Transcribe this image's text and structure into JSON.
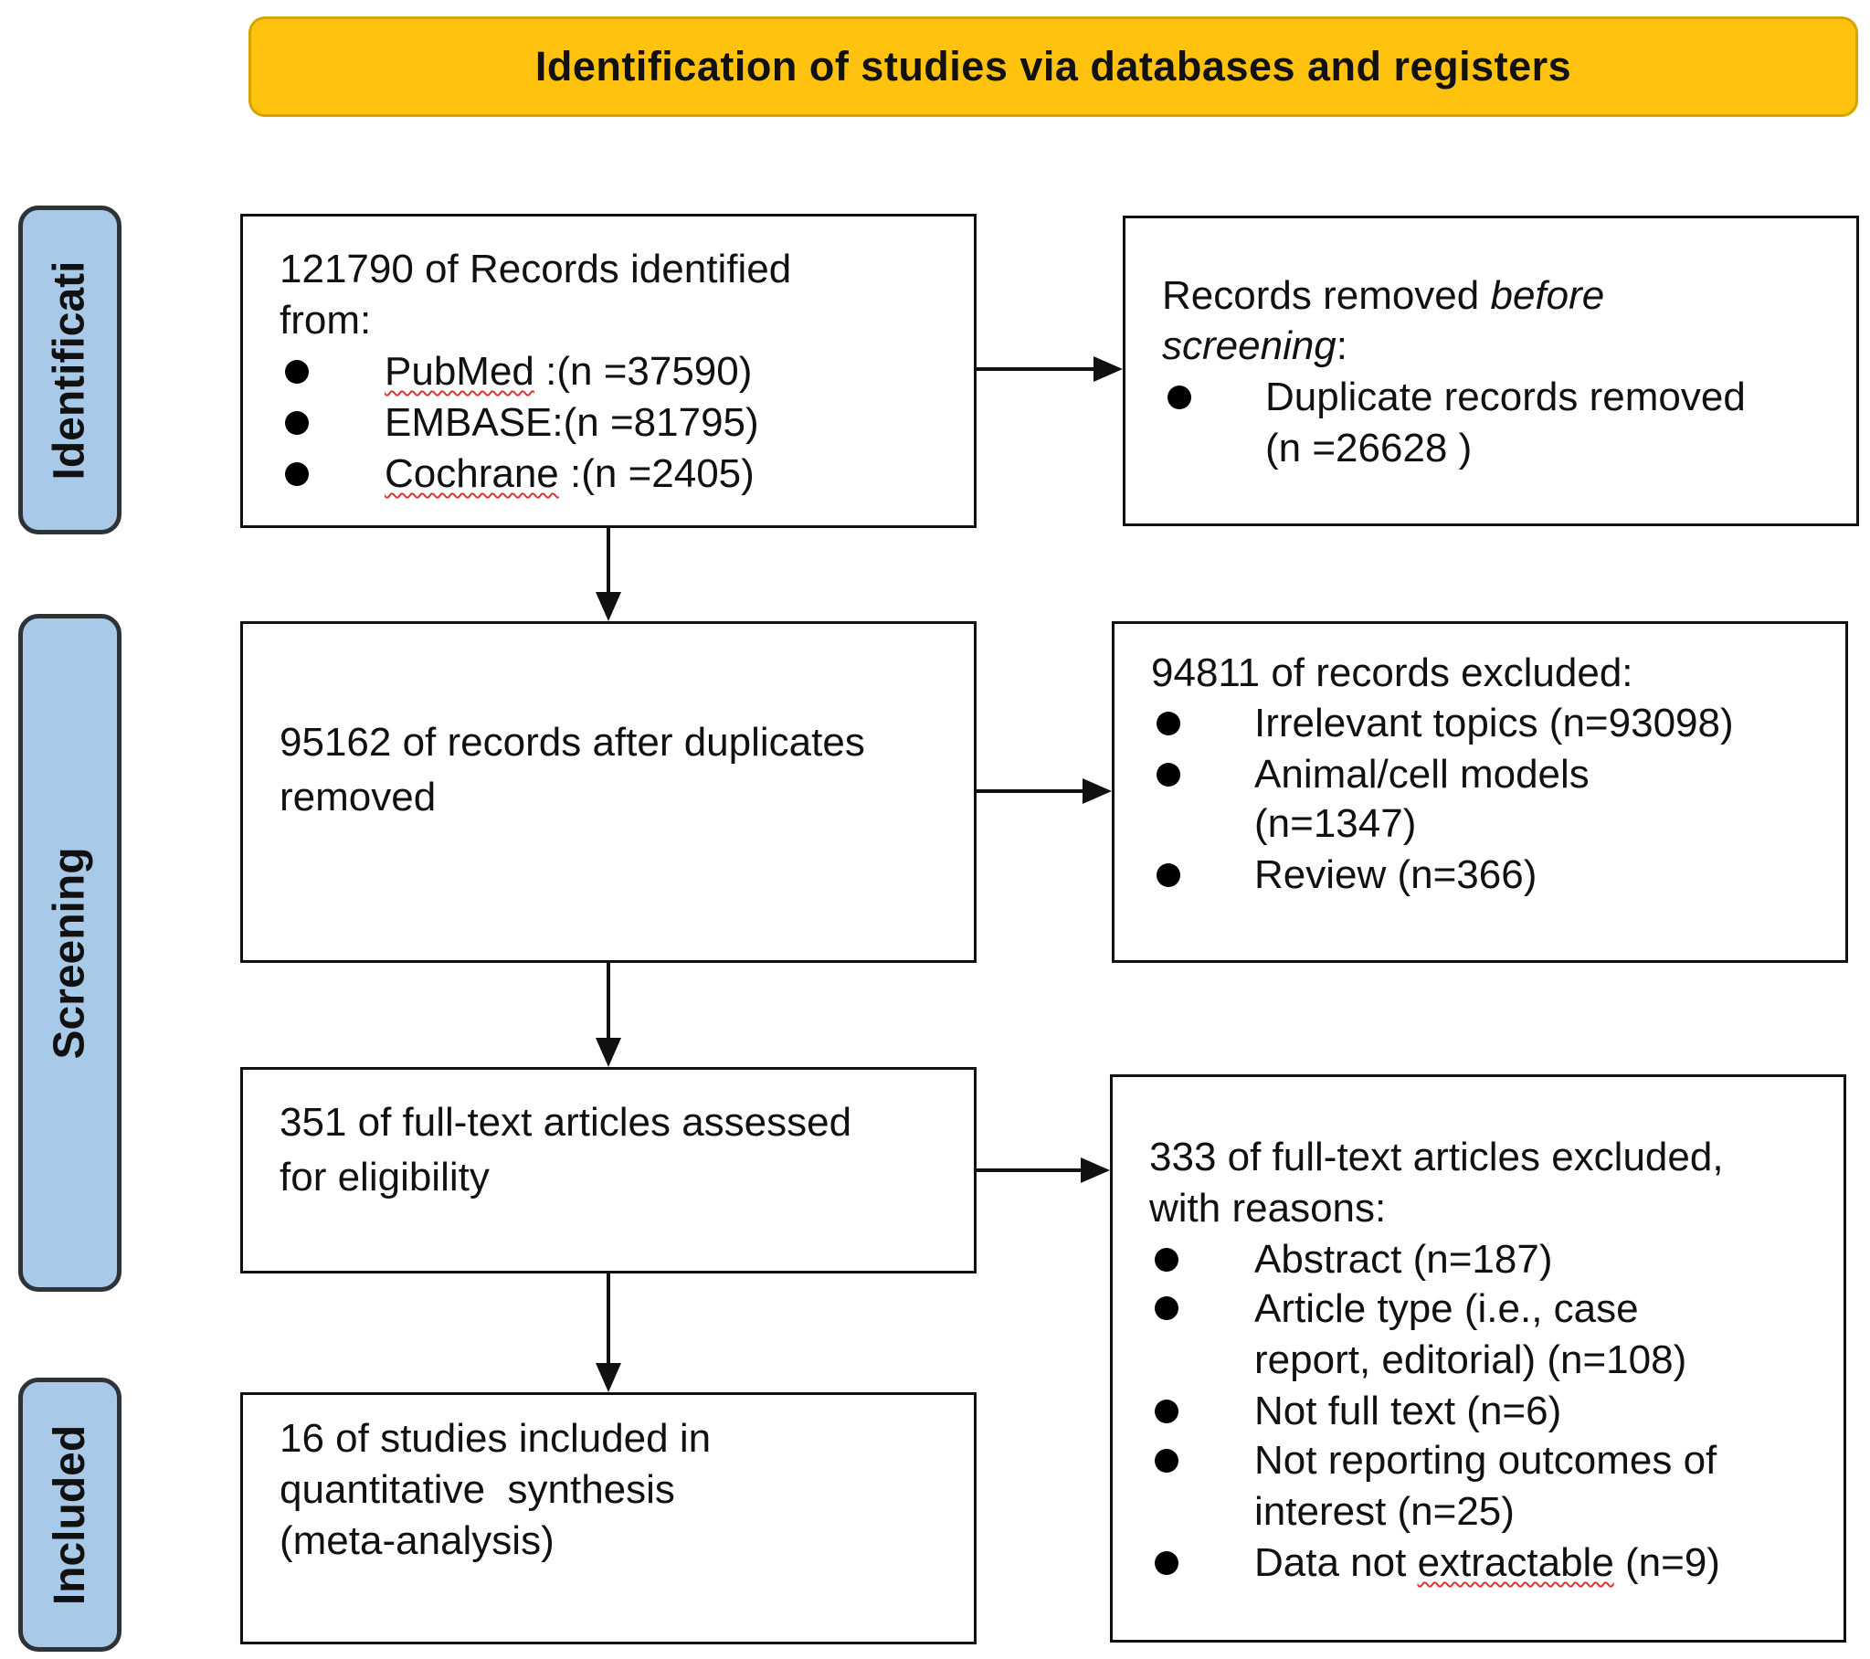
{
  "header": {
    "title": "Identification of studies via databases and registers"
  },
  "phases": {
    "identification": "Identificati",
    "screening": "Screening",
    "included": "Included"
  },
  "identification_box": {
    "line1": "121790 of Records identified",
    "line2": "from:",
    "items": [
      {
        "name": "PubMed",
        "rest": " :(n =37590)"
      },
      {
        "name": "EMBASE",
        "rest": ":(n =81795)"
      },
      {
        "name": "Cochrane",
        "rest": " :(n =2405)"
      }
    ]
  },
  "removed_box": {
    "line1_prefix": "Records removed ",
    "line1_italic": "before",
    "line2_italic": "screening",
    "line2_suffix": ":",
    "item_line1": "Duplicate records removed",
    "item_line2": "(n =26628 )"
  },
  "screening_box": {
    "line1": "95162 of records after duplicates",
    "line2": "removed"
  },
  "excluded_box": {
    "title": "94811 of records excluded:",
    "item1": "Irrelevant topics (n=93098)",
    "item2_line1": "Animal/cell models",
    "item2_line2": "(n=1347)",
    "item3": "Review (n=366)"
  },
  "eligibility_box": {
    "line1": "351 of full-text articles assessed",
    "line2": "for eligibility"
  },
  "fulltext_excluded_box": {
    "line1": "333 of full-text articles excluded,",
    "line2": "with reasons:",
    "item1": "Abstract (n=187)",
    "item2_line1": "Article type (i.e., case",
    "item2_line2": "report, editorial) (n=108)",
    "item3": "Not full text (n=6)",
    "item4_line1": "Not reporting outcomes of",
    "item4_line2": "interest (n=25)",
    "item5_a": "Data not ",
    "item5_b": "extractable",
    "item5_c": " (n=9)"
  },
  "included_box": {
    "line1": "16 of studies included in",
    "line2": "quantitative  synthesis",
    "line3": "(meta-analysis)"
  },
  "colors": {
    "header_fill": "#ffc20e",
    "phase_fill": "#a9c9e8",
    "line": "#111111"
  }
}
